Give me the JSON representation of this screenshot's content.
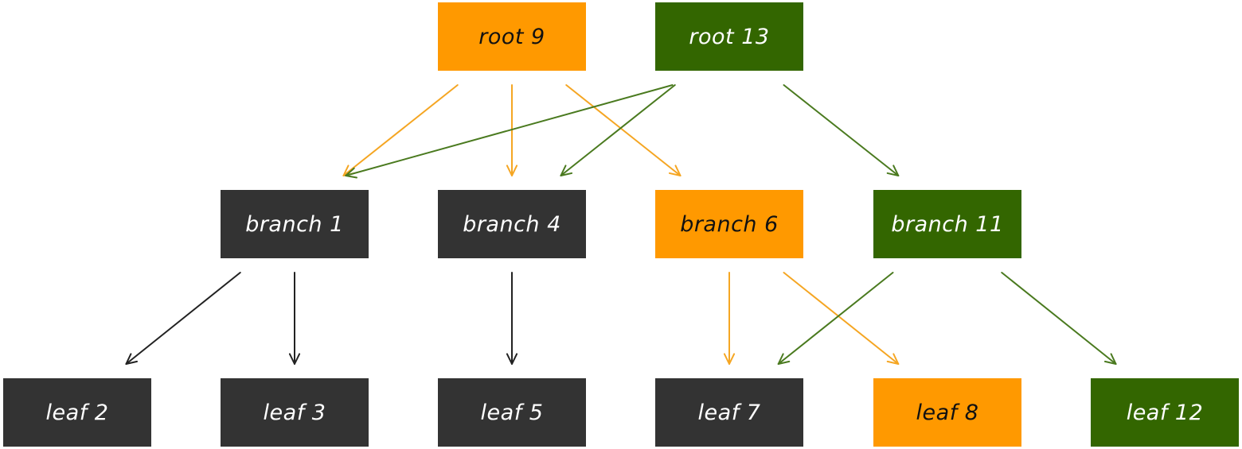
{
  "palette": {
    "orange": "#ff9900",
    "green": "#336600",
    "dark": "#333333",
    "white_text": "#ffffff",
    "black_text": "#111111",
    "edge_orange": "#f5a623",
    "edge_green": "#4a7a1f",
    "edge_dark": "#222222"
  },
  "nodes": {
    "root_9": {
      "label": "root 9",
      "fill": "orange",
      "text": "black_text"
    },
    "root_13": {
      "label": "root 13",
      "fill": "green",
      "text": "white_text"
    },
    "branch_1": {
      "label": "branch 1",
      "fill": "dark",
      "text": "white_text"
    },
    "branch_4": {
      "label": "branch 4",
      "fill": "dark",
      "text": "white_text"
    },
    "branch_6": {
      "label": "branch 6",
      "fill": "orange",
      "text": "black_text"
    },
    "branch_11": {
      "label": "branch 11",
      "fill": "green",
      "text": "white_text"
    },
    "leaf_2": {
      "label": "leaf 2",
      "fill": "dark",
      "text": "white_text"
    },
    "leaf_3": {
      "label": "leaf 3",
      "fill": "dark",
      "text": "white_text"
    },
    "leaf_5": {
      "label": "leaf 5",
      "fill": "dark",
      "text": "white_text"
    },
    "leaf_7": {
      "label": "leaf 7",
      "fill": "dark",
      "text": "white_text"
    },
    "leaf_8": {
      "label": "leaf 8",
      "fill": "orange",
      "text": "black_text"
    },
    "leaf_12": {
      "label": "leaf 12",
      "fill": "green",
      "text": "white_text"
    }
  },
  "edges": [
    {
      "from": "root_9",
      "to": "branch_1",
      "color": "edge_orange"
    },
    {
      "from": "root_9",
      "to": "branch_4",
      "color": "edge_orange"
    },
    {
      "from": "root_9",
      "to": "branch_6",
      "color": "edge_orange"
    },
    {
      "from": "root_13",
      "to": "branch_1",
      "color": "edge_green"
    },
    {
      "from": "root_13",
      "to": "branch_4",
      "color": "edge_green"
    },
    {
      "from": "root_13",
      "to": "branch_11",
      "color": "edge_green"
    },
    {
      "from": "branch_1",
      "to": "leaf_2",
      "color": "edge_dark"
    },
    {
      "from": "branch_1",
      "to": "leaf_3",
      "color": "edge_dark"
    },
    {
      "from": "branch_4",
      "to": "leaf_5",
      "color": "edge_dark"
    },
    {
      "from": "branch_6",
      "to": "leaf_7",
      "color": "edge_orange"
    },
    {
      "from": "branch_6",
      "to": "leaf_8",
      "color": "edge_orange"
    },
    {
      "from": "branch_11",
      "to": "leaf_7",
      "color": "edge_green"
    },
    {
      "from": "branch_11",
      "to": "leaf_12",
      "color": "edge_green"
    }
  ]
}
